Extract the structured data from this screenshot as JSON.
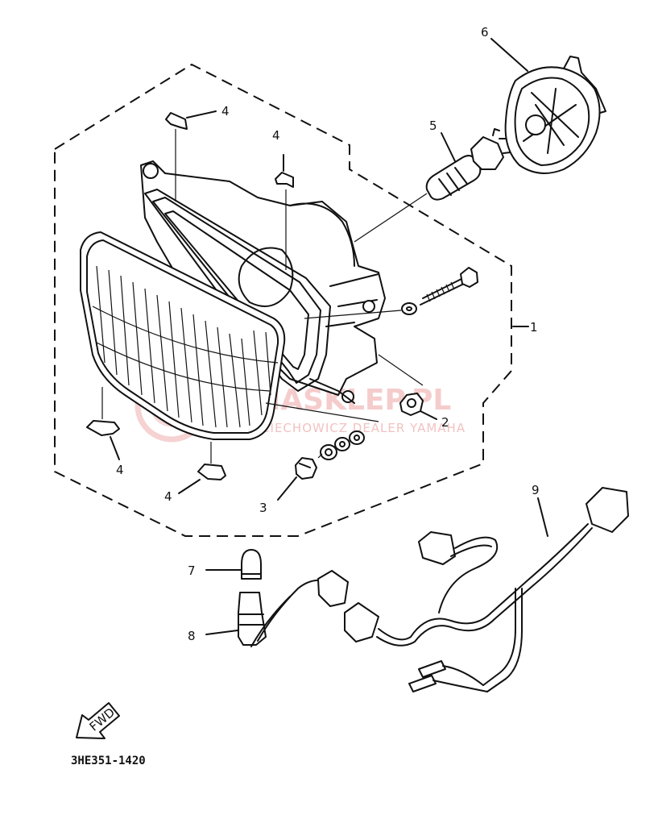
{
  "callouts": [
    {
      "id": "label-1",
      "text": "1"
    },
    {
      "id": "label-2",
      "text": "2"
    },
    {
      "id": "label-3",
      "text": "3"
    },
    {
      "id": "label-4a",
      "text": "4"
    },
    {
      "id": "label-4b",
      "text": "4"
    },
    {
      "id": "label-4c",
      "text": "4"
    },
    {
      "id": "label-4d",
      "text": "4"
    },
    {
      "id": "label-5",
      "text": "5"
    },
    {
      "id": "label-6",
      "text": "6"
    },
    {
      "id": "label-7",
      "text": "7"
    },
    {
      "id": "label-8",
      "text": "8"
    },
    {
      "id": "label-9",
      "text": "9"
    }
  ],
  "diagram_code": "3HE351-1420",
  "fwd_label": "FWD",
  "watermark": {
    "brand": "YAMASKLEP.PL",
    "dealer": "WOJCIECHOWICZ DEALER YAMAHA",
    "color": "#e98f8f"
  }
}
